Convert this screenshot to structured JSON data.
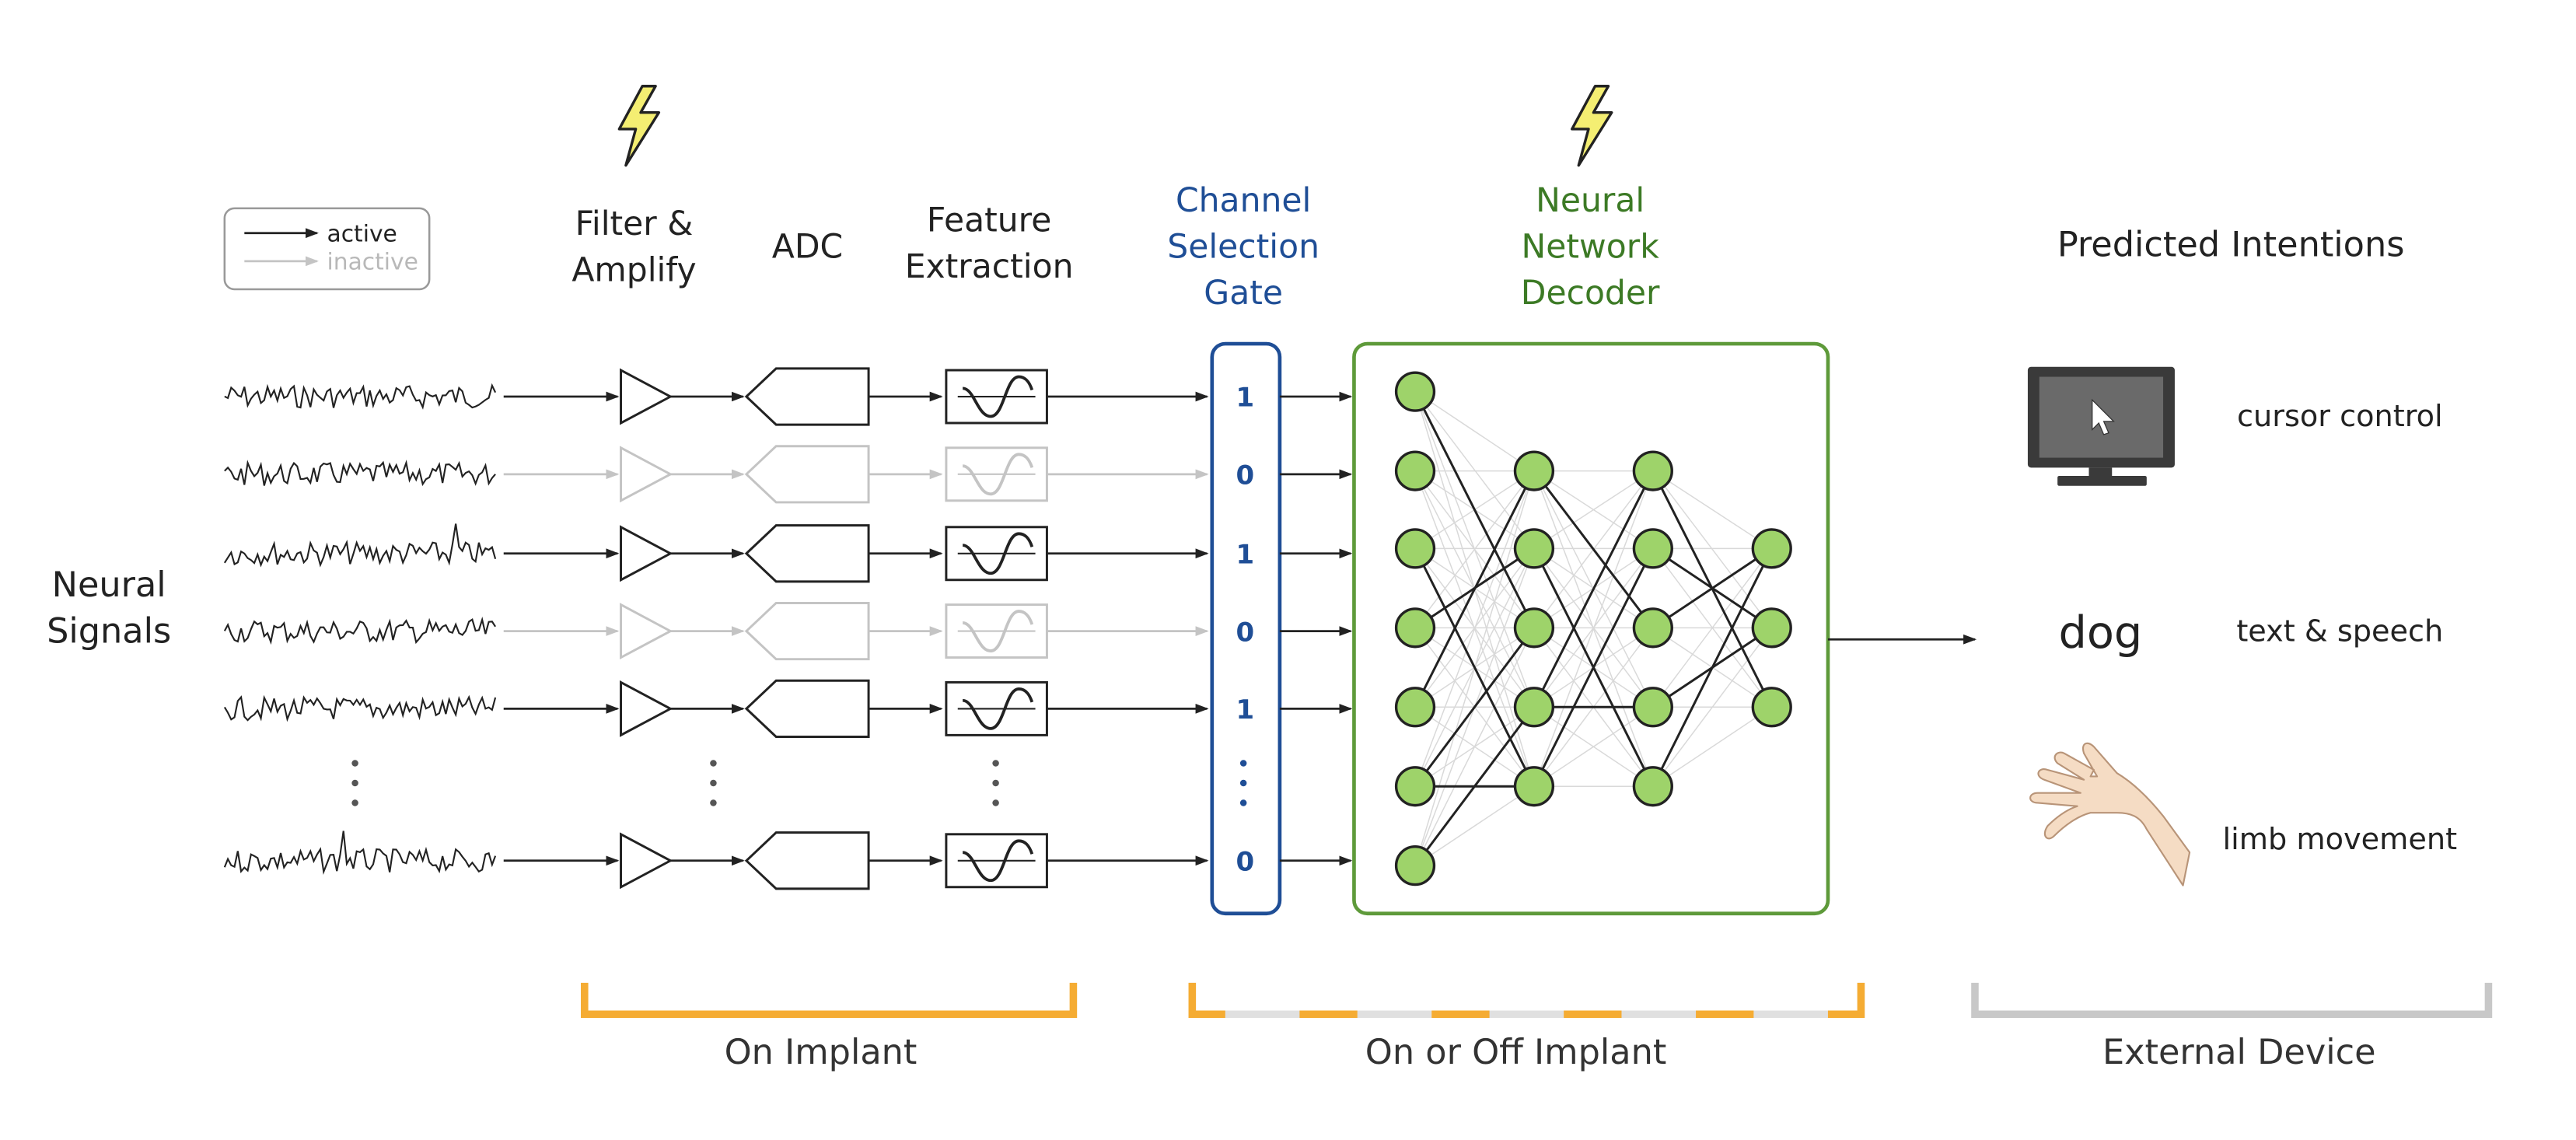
{
  "legend": {
    "active": "active",
    "inactive": "inactive"
  },
  "input_label": [
    "Neural",
    "Signals"
  ],
  "stages": {
    "filter": [
      "Filter &",
      "Amplify"
    ],
    "adc": "ADC",
    "feature": [
      "Feature",
      "Extraction"
    ],
    "gate": [
      "Channel",
      "Selection",
      "Gate"
    ],
    "decoder": [
      "Neural",
      "Network",
      "Decoder"
    ]
  },
  "channels": [
    {
      "bit": "1",
      "active": true
    },
    {
      "bit": "0",
      "active": false
    },
    {
      "bit": "1",
      "active": true
    },
    {
      "bit": "0",
      "active": false
    },
    {
      "bit": "1",
      "active": true
    },
    {
      "bit": "0",
      "active": true
    }
  ],
  "outputs": {
    "title": "Predicted Intentions",
    "items": [
      {
        "icon": "monitor-icon",
        "label": "cursor control"
      },
      {
        "icon": "dog",
        "label": "text & speech"
      },
      {
        "icon": "hand-icon",
        "label": "limb movement"
      }
    ]
  },
  "brackets": {
    "on_implant": "On Implant",
    "on_or_off": "On or Off Implant",
    "external": "External Device"
  },
  "colors": {
    "gate_blue": "#1f4e96",
    "decoder_green": "#3c7a25",
    "node_fill": "#9ed36a",
    "orange": "#f5ac33",
    "gray_bracket": "#c8c8c8",
    "inactive_gray": "#c4c4c4",
    "bolt_yellow": "#f4ee72"
  }
}
